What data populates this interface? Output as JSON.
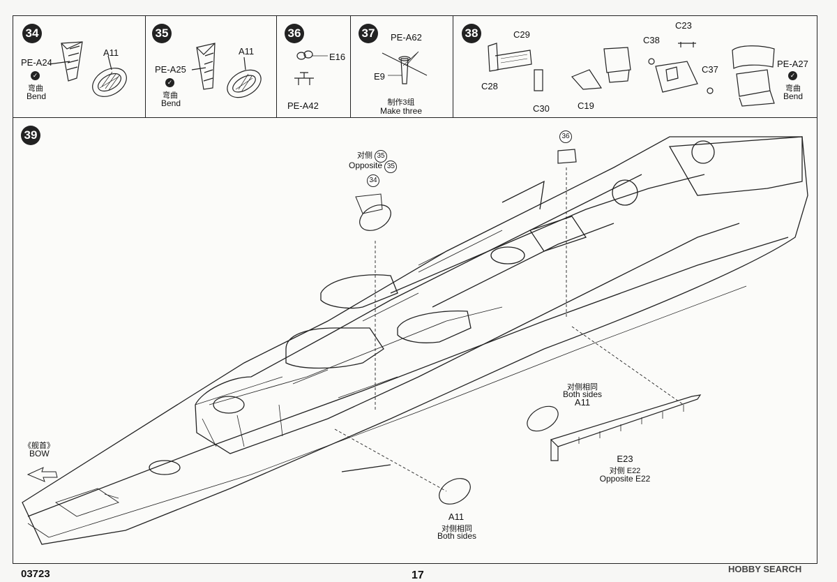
{
  "steps": {
    "s34": {
      "num": "34",
      "part_pe": "PE-A24",
      "part_a": "A11",
      "bend_cn": "弯曲",
      "bend_en": "Bend"
    },
    "s35": {
      "num": "35",
      "part_pe": "PE-A25",
      "part_a": "A11",
      "bend_cn": "弯曲",
      "bend_en": "Bend"
    },
    "s36": {
      "num": "36",
      "part_e": "E16",
      "part_pe": "PE-A42"
    },
    "s37": {
      "num": "37",
      "part_pe": "PE-A62",
      "part_e": "E9",
      "note_cn": "制作3组",
      "note_en": "Make three"
    },
    "s38": {
      "num": "38",
      "c29": "C29",
      "c28": "C28",
      "c30": "C30",
      "c19": "C19",
      "c38": "C38",
      "c23": "C23",
      "c37": "C37",
      "part_pe": "PE-A27",
      "bend_cn": "弯曲",
      "bend_en": "Bend"
    },
    "s39": {
      "num": "39"
    }
  },
  "main": {
    "opposite_cn": "对侧",
    "opposite_en": "Opposite",
    "ref35": "35",
    "ref34": "34",
    "ref36": "36",
    "bow_cn": "《舰首》",
    "bow_en": "BOW",
    "both_cn": "对侧相同",
    "both_en": "Both sides",
    "a11": "A11",
    "e23": "E23",
    "opp_e22_cn": "对侧 E22",
    "opp_e22_en": "Opposite  E22",
    "a11_bottom": "A11",
    "both_bottom_cn": "对侧相同",
    "both_bottom_en": "Both sides"
  },
  "footer": {
    "code": "03723",
    "page": "17",
    "brand": "HOBBY SEARCH"
  }
}
